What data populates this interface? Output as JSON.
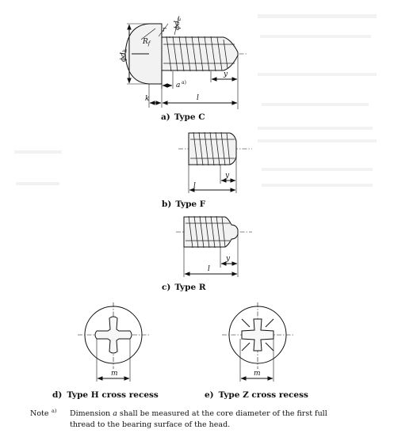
{
  "figure": {
    "type_c": {
      "caption_letter": "a)",
      "caption_text": "Type C",
      "dims": {
        "dk": "ϕd",
        "dk_sub": "k",
        "rf": "R",
        "rf_sub": "f",
        "r": "r",
        "dc": "ϕd",
        "dc_sub": "c",
        "a": "a",
        "a_note": "a)",
        "y": "y",
        "k": "k",
        "l": "l"
      }
    },
    "type_f": {
      "caption_letter": "b)",
      "caption_text": "Type F",
      "dims": {
        "y": "y",
        "l": "l"
      }
    },
    "type_r": {
      "caption_letter": "c)",
      "caption_text": "Type R",
      "dims": {
        "y": "y",
        "l": "l"
      }
    },
    "type_h": {
      "caption_letter": "d)",
      "caption_text": "Type H cross recess",
      "dims": {
        "m": "m"
      }
    },
    "type_z": {
      "caption_letter": "e)",
      "caption_text": "Type Z cross recess",
      "dims": {
        "m": "m"
      }
    },
    "note": {
      "label": "Note",
      "marker": "a)",
      "text_part1": "Dimension ",
      "text_symbol": "a",
      "text_part2": " shall be measured at the core diameter of the first full",
      "text_line2": "thread to the bearing surface of the head."
    }
  }
}
